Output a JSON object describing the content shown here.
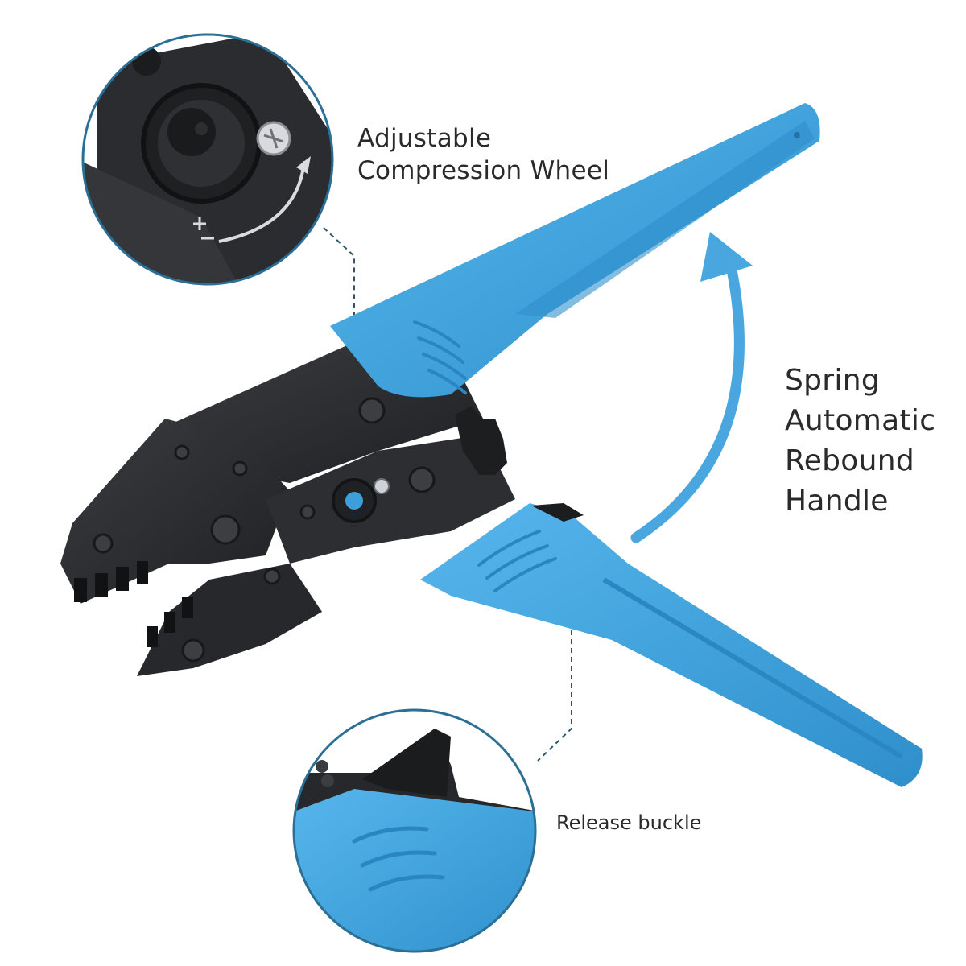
{
  "callouts": {
    "wheel": {
      "line1": "Adjustable",
      "line2": "Compression Wheel"
    },
    "handle": {
      "line1": "Spring",
      "line2": "Automatic",
      "line3": "Rebound",
      "line4": "Handle"
    },
    "buckle": {
      "text": "Release buckle"
    }
  },
  "colors": {
    "handle_blue": "#3da4e0",
    "handle_blue_dark": "#2f8fcb",
    "arrow_blue": "#4aa6df",
    "metal_black": "#2b2d30",
    "metal_dark": "#1c1d1f",
    "circle_border": "#2c6f95",
    "guide_line": "#2c5670"
  },
  "icons": {
    "rebound_arrow": "curved-arrow-up-icon",
    "adjust_marks": "plus-minus-icon"
  }
}
